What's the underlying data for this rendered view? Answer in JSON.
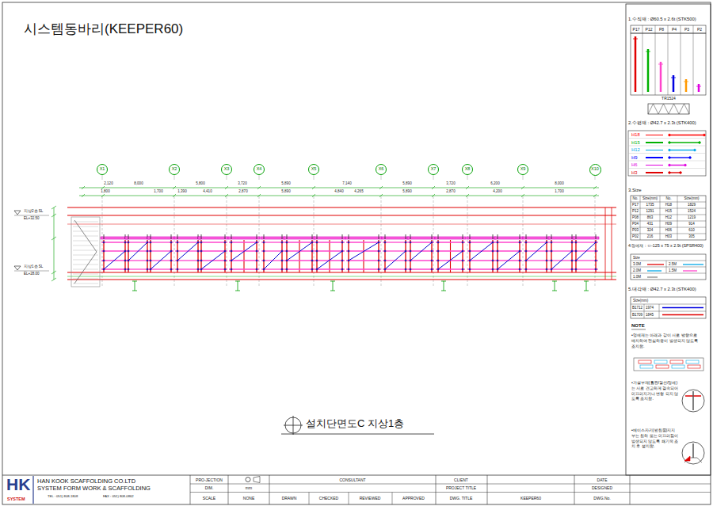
{
  "diagram": {
    "title": "시스템동바리(KEEPER60)",
    "caption": "설치단면도C 지상1층",
    "nodes": [
      {
        "text": [
          "X1"
        ]
      },
      {
        "text": [
          "X2"
        ]
      },
      {
        "text": [
          "X3"
        ]
      },
      {
        "text": [
          "X4"
        ]
      },
      {
        "text": [
          "X5"
        ]
      },
      {
        "text": [
          "X6"
        ]
      },
      {
        "text": [
          "X7"
        ]
      },
      {
        "text": [
          "X8"
        ]
      },
      {
        "text": [
          "X9"
        ]
      },
      {
        "text": [
          "X10"
        ]
      }
    ],
    "labels": [
      "2,120",
      "8,000",
      "5,800",
      "3,720",
      "5,890",
      "7,140",
      "5,890",
      "3,720",
      "6,200",
      "8,000",
      "1,800",
      "1,700",
      "1,390",
      "4,410",
      "2,870",
      "5,890",
      "4,840",
      "4,265",
      "5,890",
      "2,870",
      "4,200",
      "1,700",
      "지상2층 SL",
      "EL+32.50",
      "지상1층 SL",
      "EL+28.00",
      "1.수직재 : Ø60.5 x 2.6t (STK500)",
      "P17",
      "P12",
      "P8",
      "P4",
      "P3",
      "P2",
      "TR1524",
      "2.수평재 : Ø42.7 x 2.3t (STK400)",
      "3.Size",
      "No.",
      "Size(mm)",
      "No.",
      "Size(mm)",
      "P17",
      "1735",
      "H18",
      "1829",
      "P12",
      "1291",
      "H15",
      "1524",
      "P08",
      "863",
      "H12",
      "1219",
      "P04",
      "431",
      "H09",
      "914",
      "P03",
      "324",
      "H06",
      "610",
      "P02",
      "216",
      "H03",
      "305",
      "4.멍에재 : ㅁ-125 x 75 x 2.9t (SPSR400)",
      "Size",
      "3.0M",
      "2.5M",
      "2.0M",
      "1.5M",
      "1.0M",
      "5.대각재 : Ø42.7 x 2.3t (STK400)",
      "Size(mm)",
      "B1712",
      "1974",
      "B1709",
      "1845",
      "NOTE",
      "•멍에재는 아래과 같이 서로 방향으로 배치하여 편심하중이 발생되지 않도록 조치함.",
      "•가설부재(횡판/결선/멍에)는 서로 견고하게 결속되어 미끄러지거나 변형 되지 않도록 조치함.",
      "•베이스자키(받침물)지지부는 침하 또는 미끄러짐이 발생되지 않도록 쐐기목 조치 후 설치함.",
      "HK",
      "SYSTEM",
      "HAN KOOK SCAFFOLDING CO.LTD",
      "SYSTEM FORM WORK & SCAFFOLDING",
      "TEL : 051) 808-1808",
      "FAX : 051) 808-0862",
      "PRO-JECTION",
      "DIM.",
      "mm",
      "SCALE",
      "NONE",
      "CONSULTANT",
      "DRAWN",
      "CHECKED",
      "REVIEWED",
      "APPROVED",
      "CLIENT",
      "PROJECT TITLE",
      "DWG. TITLE",
      "KEEPER60",
      "DATE",
      "DESIGNED",
      "DWG.No."
    ],
    "legend": [
      {
        "text": "H18",
        "color": "#ff0000"
      },
      {
        "text": "H15",
        "color": "#00b000"
      },
      {
        "text": "H12",
        "color": "#00a8e8"
      },
      {
        "text": "H9",
        "color": "#0000ff"
      },
      {
        "text": "H6",
        "color": "#e000e0"
      },
      {
        "text": "H3",
        "color": "#e00000"
      }
    ]
  }
}
